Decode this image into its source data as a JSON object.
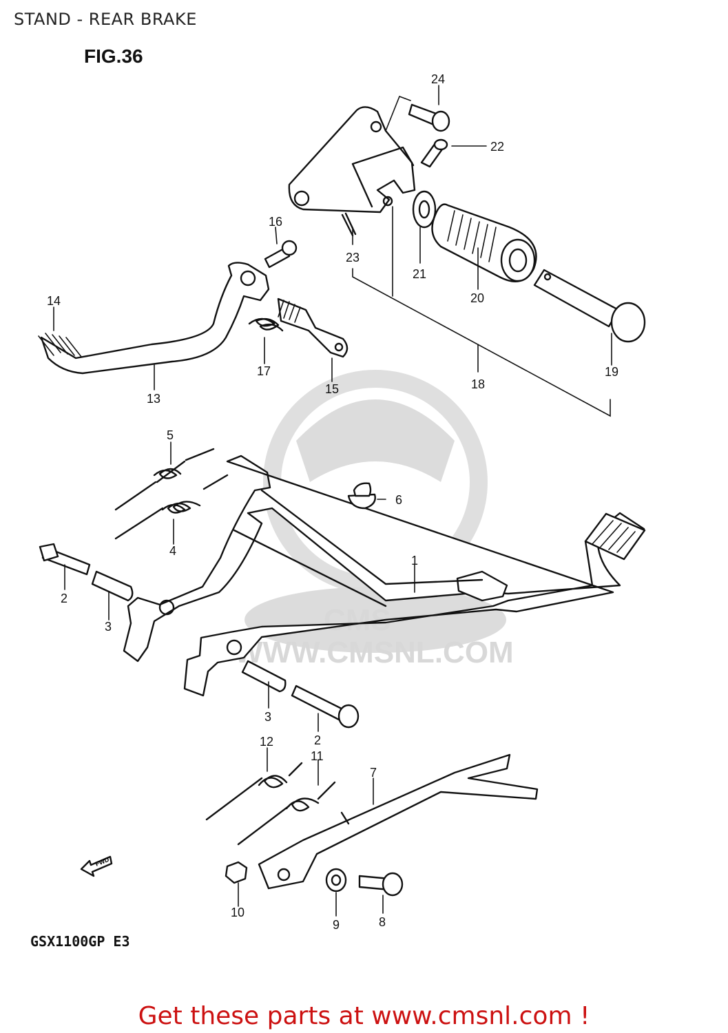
{
  "header": {
    "title": "STAND - REAR BRAKE"
  },
  "figure": {
    "label": "FIG.36",
    "model_code": "GSX1100GP E3",
    "fwd_label": "FWD"
  },
  "watermark": {
    "brand": "CMS",
    "url": "WWW.CMSNL.COM"
  },
  "callouts": [
    "1",
    "2",
    "3",
    "4",
    "5",
    "6",
    "7",
    "8",
    "9",
    "10",
    "11",
    "12",
    "13",
    "14",
    "15",
    "16",
    "17",
    "18",
    "19",
    "20",
    "21",
    "22",
    "23",
    "24",
    "2",
    "3"
  ],
  "footer": {
    "text": "Get these parts at www.cmsnl.com !",
    "color": "#cc1111"
  }
}
